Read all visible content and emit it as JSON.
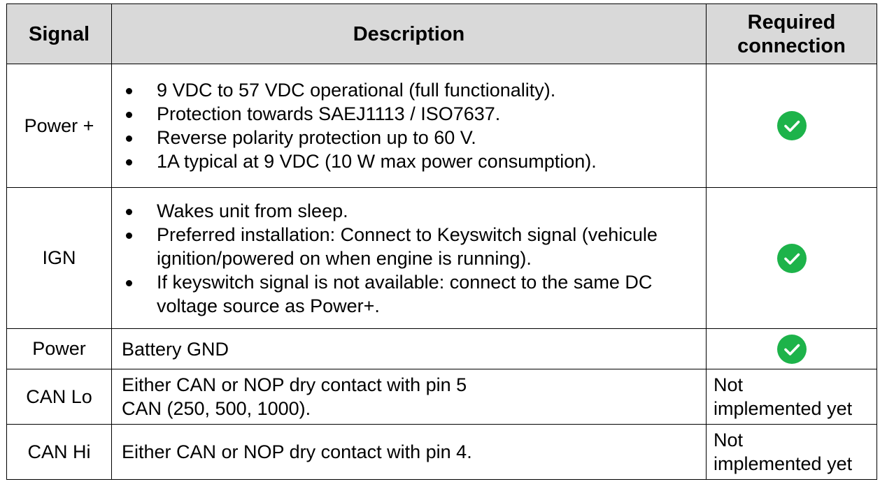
{
  "headers": {
    "signal": "Signal",
    "description": "Description",
    "required_line1": "Required",
    "required_line2": "connection"
  },
  "rows": [
    {
      "signal": "Power +",
      "bullets": [
        "9 VDC to 57 VDC operational (full functionality).",
        "Protection towards SAEJ1113 / ISO7637.",
        "Reverse polarity protection up to 60 V.",
        "1A typical at 9 VDC (10 W max power consumption)."
      ],
      "required": "check"
    },
    {
      "signal": "IGN",
      "bullets": [
        "Wakes unit from sleep.",
        "Preferred installation: Connect to Keyswitch signal (vehicule ignition/powered on when engine is running).",
        "If keyswitch signal is not available: connect to the same DC voltage source as Power+."
      ],
      "required": "check"
    },
    {
      "signal": "Power",
      "text_lines": [
        "Battery GND"
      ],
      "required": "check"
    },
    {
      "signal": "CAN Lo",
      "text_lines": [
        "Either CAN or NOP dry contact with pin 5",
        "CAN (250, 500, 1000)."
      ],
      "required_line1": "Not",
      "required_line2": "implemented yet"
    },
    {
      "signal": "CAN Hi",
      "text_lines": [
        "Either CAN or NOP dry contact with pin 4."
      ],
      "required_line1": "Not",
      "required_line2": "implemented yet"
    }
  ],
  "colors": {
    "check_green": "#1db34a",
    "header_bg": "#d9d9d9"
  },
  "icons": {
    "required_yes": "check-circle-icon"
  }
}
